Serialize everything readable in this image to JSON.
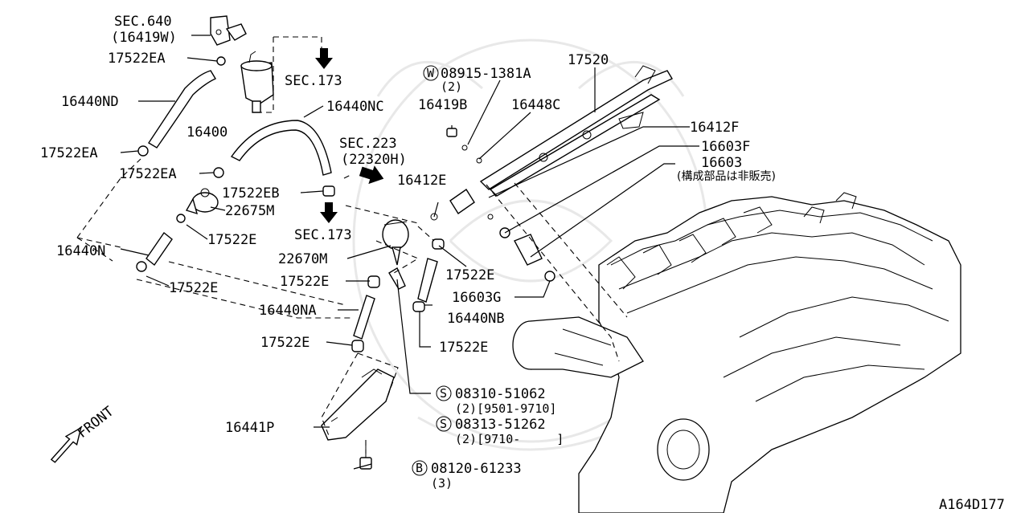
{
  "diagram_id": "A164D177",
  "colors": {
    "line": "#000000",
    "background": "#ffffff",
    "watermark": "#e8e8e8"
  },
  "labels": {
    "sec640": "SEC.640",
    "sec640_sub": "(16419W)",
    "p17522EA_top": "17522EA",
    "p16440ND": "16440ND",
    "p16400": "16400",
    "p17522EA_mid": "17522EA",
    "p17522EA_low": "17522EA",
    "sec173_top": "SEC.173",
    "p16440NC": "16440NC",
    "sec223": "SEC.223",
    "sec223_sub": "(22320H)",
    "p17522EB": "17522EB",
    "p22675M": "22675M",
    "sec173_mid": "SEC.173",
    "p17522E_a": "17522E",
    "p16440N": "16440N",
    "p17522E_b": "17522E",
    "p22670M": "22670M",
    "p17522E_c": "17522E",
    "p16440NA": "16440NA",
    "p17522E_d": "17522E",
    "p16441P": "16441P",
    "w_code": "W",
    "w_part": "08915-1381A",
    "w_qty": "(2)",
    "p16419B": "16419B",
    "p16448C": "16448C",
    "p17520": "17520",
    "p16412F": "16412F",
    "p16603F": "16603F",
    "p16603": "16603",
    "p16603_note": "(構成部品は非販売)",
    "p16412E": "16412E",
    "p17522E_e": "17522E",
    "p16603G": "16603G",
    "p16440NB": "16440NB",
    "p17522E_f": "17522E",
    "s_code1": "S",
    "s_part1": "08310-51062",
    "s_qty1": "(2)[9501-9710]",
    "s_code2": "S",
    "s_part2": "08313-51262",
    "s_qty2": "(2)[9710-     ]",
    "b_code": "B",
    "b_part": "08120-61233",
    "b_qty": "(3)",
    "front": "FRONT"
  }
}
